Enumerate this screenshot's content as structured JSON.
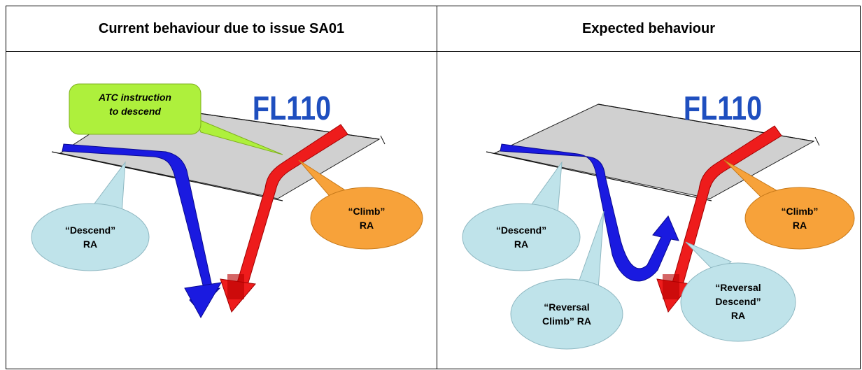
{
  "headers": {
    "left": "Current behaviour due to issue SA01",
    "right": "Expected behaviour"
  },
  "left_panel": {
    "flight_level": "FL110",
    "atc_note_line1": "ATC instruction",
    "atc_note_line2": "to descend",
    "descend_line1": "“Descend”",
    "descend_line2": "RA",
    "climb_line1": "“Climb”",
    "climb_line2": "RA"
  },
  "right_panel": {
    "flight_level": "FL110",
    "descend_line1": "“Descend”",
    "descend_line2": "RA",
    "climb_line1": "“Climb”",
    "climb_line2": "RA",
    "reversal_climb_line1": "“Reversal",
    "reversal_climb_line2": "Climb” RA",
    "reversal_descend_line1": "“Reversal",
    "reversal_descend_line2": "Descend”",
    "reversal_descend_line3": "RA"
  },
  "colors": {
    "blue_arrow": "#1a1ae0",
    "red_arrow": "#ee1c1c",
    "plane": "#c8c8c8",
    "bubble_light_blue": "#bfe3ea",
    "bubble_orange": "#f7a23a",
    "bubble_green": "#aef03c",
    "fl_text": "#1f4fbf"
  }
}
